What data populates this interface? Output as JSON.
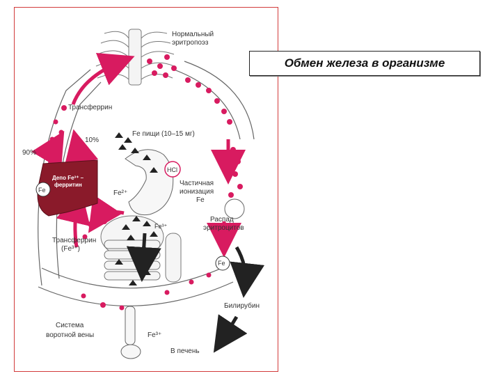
{
  "title": "Обмен железа в организме",
  "labels": {
    "erythropoiesis_1": "Нормальный",
    "erythropoiesis_2": "эритропоэз",
    "transferrin_top": "Трансферрин",
    "pct10": "10%",
    "pct90": "90%",
    "food_iron": "Fe пищи (10–15 мг)",
    "hcl": "HCl",
    "depot_1": "Депо Fe³⁺ –",
    "depot_2": "ферритин",
    "fe_liver": "Fe",
    "fe2": "Fe²⁺",
    "partial_1": "Частичная",
    "partial_2": "ионизация",
    "partial_3": "Fe",
    "fe3_gut": "Fe³⁺",
    "decay_1": "Распад",
    "decay_2": "эритроцитов",
    "transferrin_bottom_1": "Трансферрин",
    "transferrin_bottom_2": "(Fe³⁺)",
    "fe_vessel": "Fe",
    "bilirubin": "Билирубин",
    "portal_1": "Система",
    "portal_2": "воротной вены",
    "fe3_portal": "Fe³⁺",
    "to_liver": "В печень"
  },
  "colors": {
    "accent": "#d81b60",
    "liver": "#8a1a2a",
    "frame_border": "#d23a3a",
    "ink": "#222222"
  }
}
